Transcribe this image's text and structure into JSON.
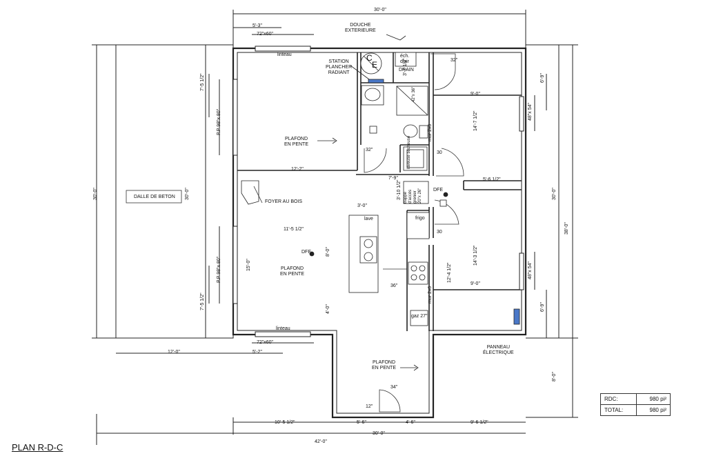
{
  "title": "PLAN R-D-C",
  "dimensions": {
    "top_overall": "30'-0\"",
    "top_left_offset": "5'-3\"",
    "bottom_left_offset": "5'-2\"",
    "bottom_overall_inner": "30'-0\"",
    "bottom_overall_outer": "42'-0\"",
    "bottom_seg_1": "10'-5 1/2\"",
    "bottom_seg_2": "5'-6\"",
    "bottom_seg_3": "4'-6\"",
    "bottom_seg_4": "9'-6 1/2\"",
    "slab_width": "12'-0\"",
    "left_outer": "30'-0\"",
    "left_inner": "30'-0\"",
    "right_inner": "30'-0\"",
    "right_outer": "38'-0\"",
    "right_bottom": "8'-0\"",
    "left_upper_window": "7'-5 1/2\"",
    "left_lower_window": "7'-5 1/2\"",
    "right_upper_offset": "6'-9\"",
    "right_lower_offset": "6'-9\"",
    "living_width": "11'-5 1/2\"",
    "upper_width": "12'-2\"",
    "hall_width": "7'-9\"",
    "bed_upper_width": "9'-0\"",
    "bed_lower_width": "9'-0\"",
    "bed_upper_depth": "14'-7 1/2\"",
    "bed_lower_depth": "14'-3 1/2\"",
    "bed_mid": "5'-6 1/2\"",
    "island_width": "3'-0\"",
    "kitchen_depth": "12'-4 1/2\"",
    "living_depth": "15'-0\"",
    "kitchen_8": "8'-0\"",
    "kitchen_4": "4'-0\"",
    "hall_depth": "3'-10 1/2\"",
    "mech_depth": "3'-7 1/2\"",
    "wall_26": "mur 2x6",
    "wall_26b": "mur 2x6",
    "door_32a": "32\"",
    "door_32b": "32\"",
    "door_30a": "30",
    "door_30b": "30",
    "door_36": "36\"",
    "door_34": "34\"",
    "door_12": "12\"",
    "shower_size": "42\"x 36\"",
    "washer_label": "laveuse sécheuse",
    "fridge_label": "frigo",
    "sink_label": "lave",
    "oven_label": "gaz 27\""
  },
  "labels": {
    "douche": "DOUCHE\nEXTERIEURE",
    "station": "STATION\nPLANCHER\nRADIANT",
    "plafond1": "PLAFOND\nEN PENTE",
    "plafond2": "PLAFOND\nEN PENTE",
    "plafond3": "PLAFOND\nEN PENTE",
    "foyer": "FOYER AU BOIS",
    "dalle": "DALLE DE BETON",
    "panneau": "PANNEAU\nÉLECTRIQUE",
    "drain": "DRAIN",
    "echangeur": "éch.\nd'air",
    "trappe": "trappe\nd'accès\ngrenier\n20\"x 26\"",
    "dfe1": "DFE",
    "dfe2": "DFE",
    "linteau_top": "linteau",
    "linteau_bot": "linteau",
    "window_top": "72\"x60\"",
    "window_bot": "72\"x60\"",
    "window_left_upper": "P.P 98\"x 80\"",
    "window_left_lower": "P.P 98\"x 80\"",
    "window_right_upper": "48\"x 54\"",
    "window_right_lower": "48\"x 54\"",
    "ce_c": "C",
    "ce_e": "E"
  },
  "area_table": {
    "rows": [
      {
        "label": "RDC:",
        "value": "980 pi²"
      },
      {
        "label": "TOTAL:",
        "value": "980 pi²"
      }
    ]
  },
  "colors": {
    "wall": "#222222",
    "line": "#333333",
    "accent_blue": "#4a78c8"
  }
}
